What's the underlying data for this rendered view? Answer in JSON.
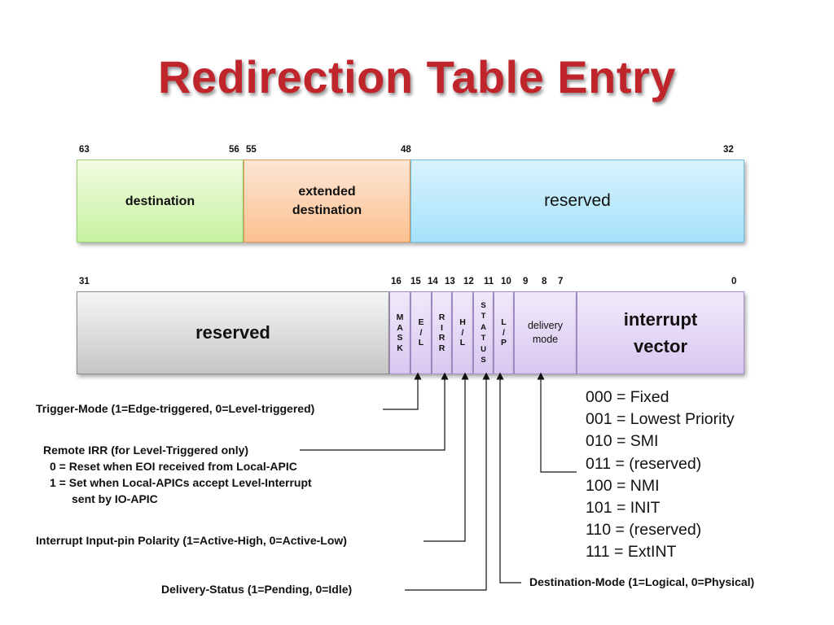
{
  "title": "Redirection Table Entry",
  "upper_bits": {
    "b63": "63",
    "b56": "56",
    "b55": "55",
    "b48": "48",
    "b32": "32"
  },
  "upper_fields": {
    "destination": "destination",
    "extended_line1": "extended",
    "extended_line2": "destination",
    "reserved": "reserved"
  },
  "lower_bits": {
    "b31": "31",
    "b16": "16",
    "b15": "15",
    "b14": "14",
    "b13": "13",
    "b12": "12",
    "b11": "11",
    "b10": "10",
    "b9": "9",
    "b8": "8",
    "b7": "7",
    "b0": "0"
  },
  "lower_fields": {
    "reserved": "reserved",
    "mask": "M\nA\nS\nK",
    "el": "E\n/\nL",
    "rirr": "R\nI\nR\nR",
    "hl": "H\n/\nL",
    "status": "S\nT\nA\nT\nU\nS",
    "lp": "L\n/\nP",
    "delivery_line1": "delivery",
    "delivery_line2": "mode",
    "vector_line1": "interrupt",
    "vector_line2": "vector"
  },
  "annotations": {
    "trigger_mode": "Trigger-Mode (1=Edge-triggered, 0=Level-triggered)",
    "remote_irr": [
      "Remote IRR (for Level-Triggered only)",
      "0 = Reset when EOI received from Local-APIC",
      "1 = Set when Local-APICs accept Level-Interrupt",
      "sent by IO-APIC"
    ],
    "polarity": "Interrupt Input-pin Polarity (1=Active-High, 0=Active-Low)",
    "delivery_status": "Delivery-Status (1=Pending, 0=Idle)",
    "destination_mode": "Destination-Mode (1=Logical, 0=Physical)"
  },
  "delivery_modes": [
    "000 = Fixed",
    "001 = Lowest Priority",
    "010 = SMI",
    "011 = (reserved)",
    "100 = NMI",
    "101 = INIT",
    "110 = (reserved)",
    "111 = ExtINT"
  ],
  "colors": {
    "title": "#c0252b",
    "destination": "#c6f2a0",
    "extended_destination": "#fbc08f",
    "reserved_upper": "#a6e2fb",
    "reserved_lower": "#c6c6c6",
    "bit_fields": "#d8c8f0"
  }
}
